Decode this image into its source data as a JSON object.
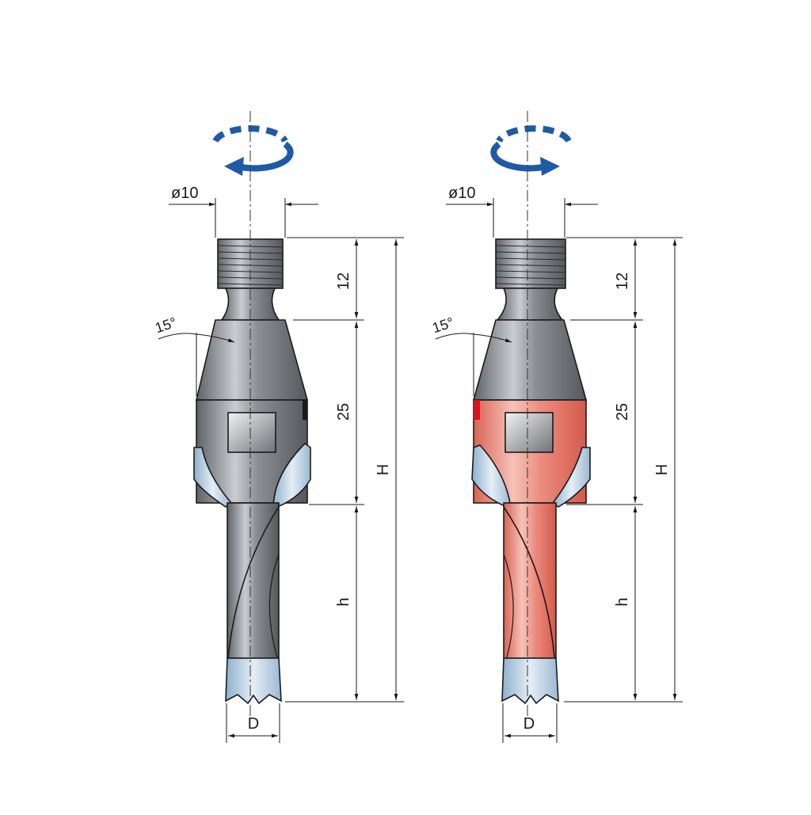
{
  "colors": {
    "grey_body": "#8c8f94",
    "grey_light": "#c9ccd0",
    "red_body": "#e8776a",
    "red_light": "#f6c2b8",
    "blade": "#b9cfe0",
    "arrow_blue": "#1f5aa6"
  },
  "tools": [
    {
      "variant": "right-hand",
      "rotation": "clockwise",
      "shank_diameter_label": "ø10",
      "thread_length_label": "12",
      "body_length_label": "25",
      "total_length_label": "H",
      "drill_length_label": "h",
      "diameter_label": "D",
      "angle_label": "15°"
    },
    {
      "variant": "left-hand",
      "rotation": "counter-clockwise",
      "shank_diameter_label": "ø10",
      "thread_length_label": "12",
      "body_length_label": "25",
      "total_length_label": "H",
      "drill_length_label": "h",
      "diameter_label": "D",
      "angle_label": "15°"
    }
  ]
}
